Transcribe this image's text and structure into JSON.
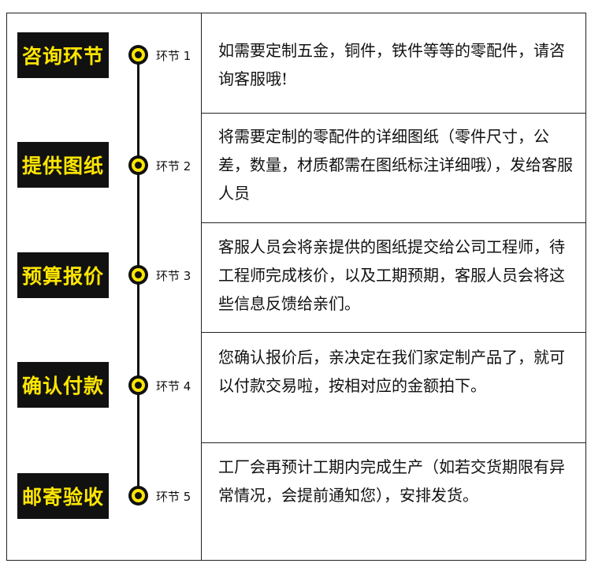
{
  "steps": [
    {
      "title": "咨询环节",
      "step": "环节 1",
      "description": "如需要定制五金，铜件，铁件等等的零配件，请咨询客服哦!"
    },
    {
      "title": "提供图纸",
      "step": "环节 2",
      "description": "将需要定制的零配件的详细图纸（零件尺寸，公差，数量，材质都需在图纸标注详细哦），发给客服人员"
    },
    {
      "title": "预算报价",
      "step": "环节 3",
      "description": "客服人员会将亲提供的图纸提交给公司工程师，待工程师完成核价，以及工期预期，客服人员会将这些信息反馈给亲们。"
    },
    {
      "title": "确认付款",
      "step": "环节 4",
      "description": "您确认报价后，亲决定在我们家定制产品了，就可以付款交易啦，按相对应的金额拍下。"
    },
    {
      "title": "邮寄验收",
      "step": "环节 5",
      "description": "工厂会再预计工期内完成生产（如若交货期限有异常情况，会提前通知您），安排发货。"
    }
  ],
  "colors": {
    "label_bg": "#111111",
    "label_text": "#ffe600",
    "dot_accent": "#ffe600"
  }
}
